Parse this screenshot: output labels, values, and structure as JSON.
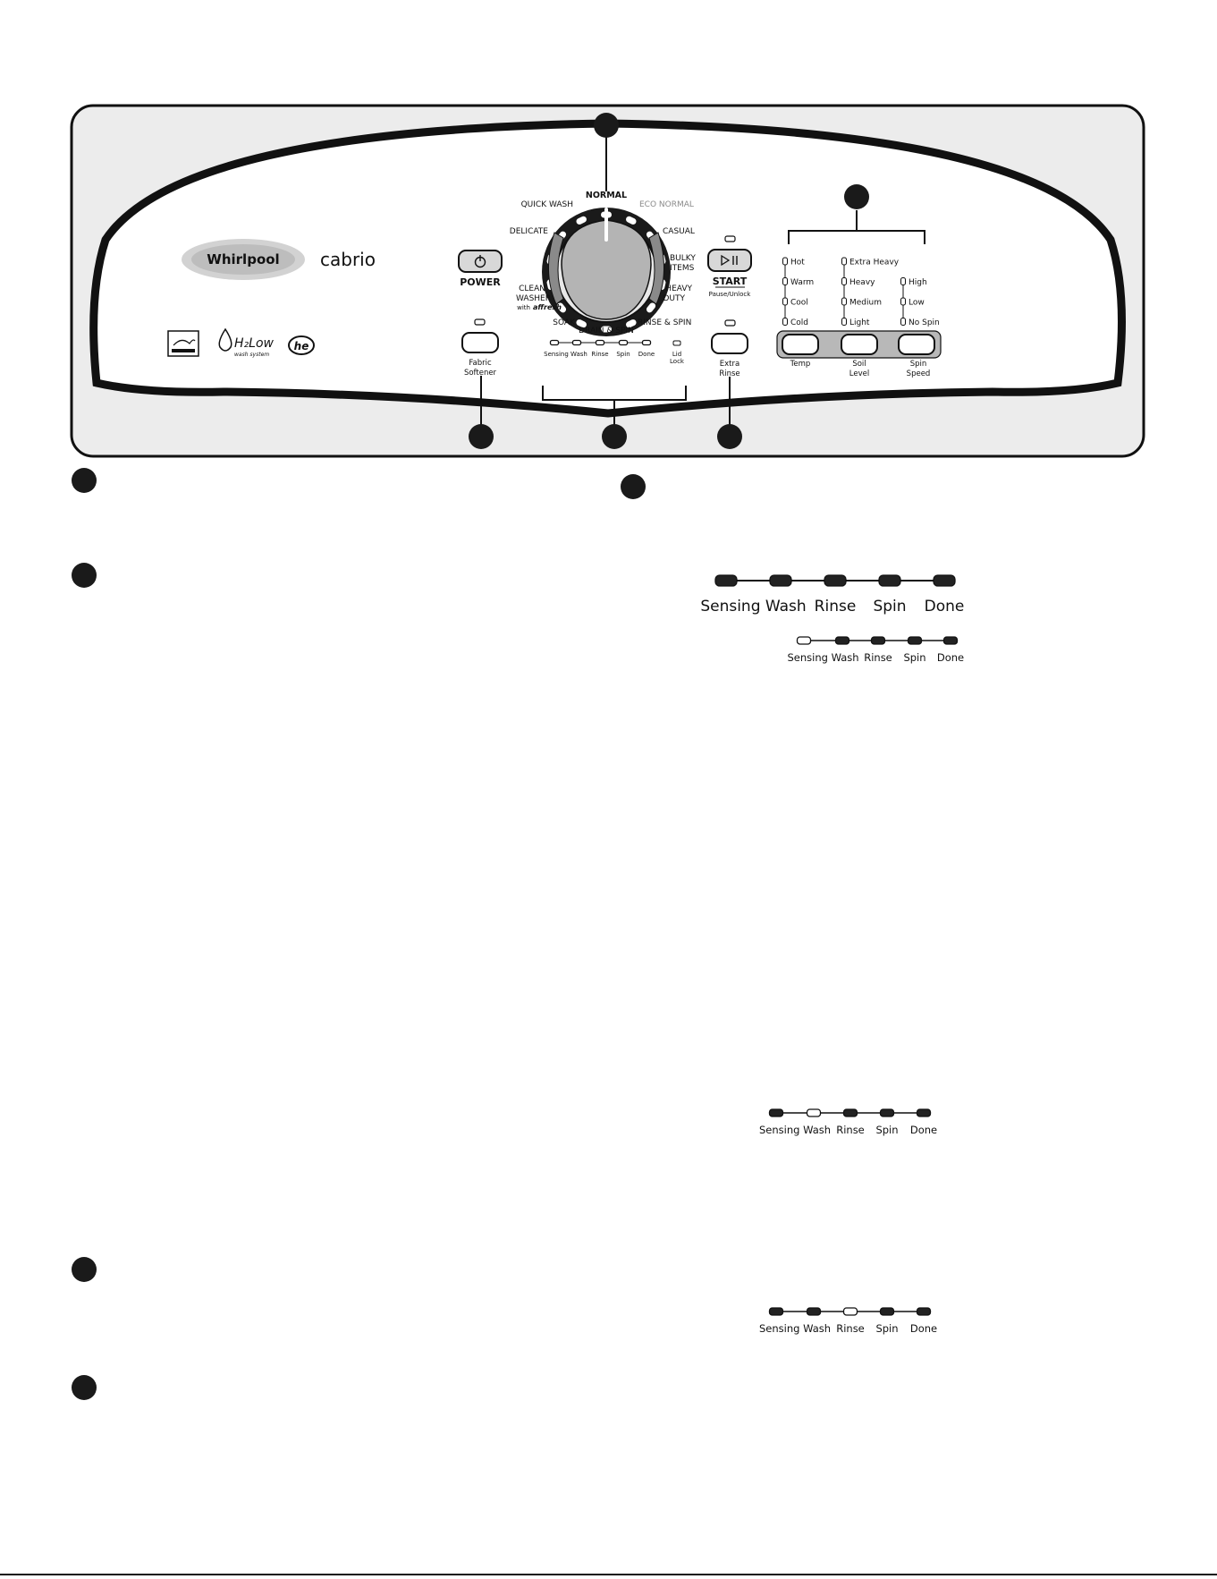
{
  "brand": {
    "logo_text": "Whirlpool",
    "model": "cabrio",
    "h2low": "H₂Low",
    "h2low_sub": "wash system",
    "he_badge": "he"
  },
  "buttons": {
    "power": "POWER",
    "start": "START",
    "start_sub": "Pause/Unlock",
    "fabric_softener": [
      "Fabric",
      "Softener"
    ],
    "extra_rinse": [
      "Extra",
      "Rinse"
    ],
    "temp": "Temp",
    "soil_level": [
      "Soil",
      "Level"
    ],
    "spin_speed": [
      "Spin",
      "Speed"
    ]
  },
  "cycles": {
    "normal": "NORMAL",
    "quick_wash": "QUICK WASH",
    "eco_normal": "ECO NORMAL",
    "delicate": "DELICATE",
    "casual": "CASUAL",
    "bulky": [
      "BULKY",
      "ITEMS"
    ],
    "heavy": [
      "HEAVY",
      "DUTY"
    ],
    "clean_washer": [
      "CLEAN",
      "WASHER"
    ],
    "clean_with": "with",
    "clean_affresh": "affresh",
    "soak": "SOAK",
    "rinse_spin": "RINSE & SPIN",
    "drain_spin": "DRAIN & SPIN"
  },
  "status": {
    "labels": [
      "Sensing Wash",
      "Rinse",
      "Spin",
      "Done"
    ],
    "lid": [
      "Lid",
      "Lock"
    ]
  },
  "options": {
    "temp": [
      "Hot",
      "Warm",
      "Cool",
      "Cold"
    ],
    "soil": [
      "Extra Heavy",
      "Heavy",
      "Medium",
      "Light"
    ],
    "spin": [
      "High",
      "Low",
      "No Spin"
    ]
  },
  "status_examples": [
    {
      "labels": [
        "Sensing Wash",
        "Rinse",
        "Spin",
        "Done"
      ],
      "lit": [
        true,
        true,
        true,
        true,
        true
      ]
    },
    {
      "labels": [
        "Sensing Wash",
        "Rinse",
        "Spin",
        "Done"
      ],
      "lit": [
        false,
        true,
        true,
        true,
        true
      ]
    },
    {
      "labels": [
        "Sensing Wash",
        "Rinse",
        "Spin",
        "Done"
      ],
      "lit": [
        true,
        false,
        true,
        true,
        true
      ]
    },
    {
      "labels": [
        "Sensing Wash",
        "Rinse",
        "Spin",
        "Done"
      ],
      "lit": [
        true,
        true,
        false,
        true,
        true
      ]
    }
  ]
}
